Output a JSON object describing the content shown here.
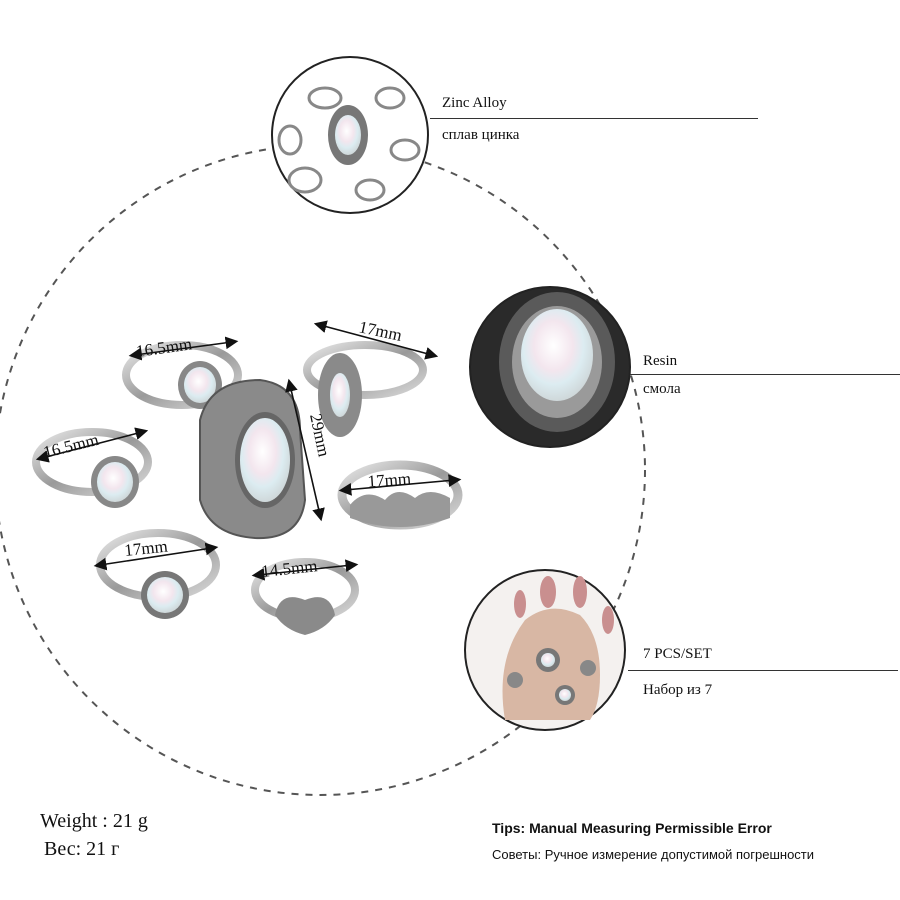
{
  "features": [
    {
      "label_en": "Zinc Alloy",
      "label_ru": "сплав цинка",
      "icon": "ring-set-thumbnail"
    },
    {
      "label_en": "Resin",
      "label_ru": "смола",
      "icon": "opal-stone-closeup"
    },
    {
      "label_en": "7 PCS/SET",
      "label_ru": "Набор из 7",
      "icon": "hand-wearing-rings"
    }
  ],
  "measurements": [
    "16.5mm",
    "17mm",
    "29mm",
    "16.5mm",
    "17mm",
    "17mm",
    "14.5mm"
  ],
  "weight": {
    "en": "Weight : 21 g",
    "ru": "Вес: 21 г"
  },
  "tips": {
    "en": "Tips: Manual Measuring Permissible Error",
    "ru": "Советы: Ручное измерение допустимой погрешности"
  },
  "colors": {
    "silver": "#c9c9c9",
    "dark_silver": "#7a7a7a",
    "opal": "#eef3f4",
    "skin": "#d8b7a4",
    "nail": "#c98f8f"
  }
}
